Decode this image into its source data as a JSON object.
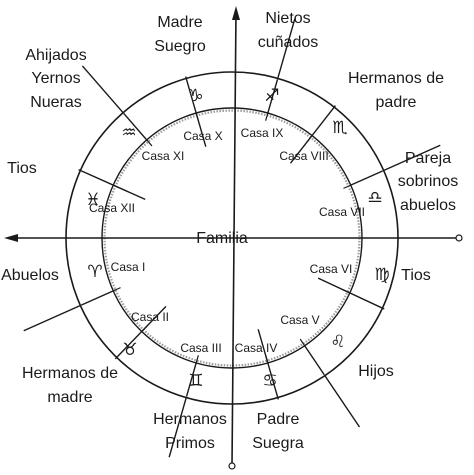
{
  "center": {
    "label": "Familia"
  },
  "houses": [
    {
      "id": "casa-1",
      "label": "Casa I"
    },
    {
      "id": "casa-2",
      "label": "Casa II"
    },
    {
      "id": "casa-3",
      "label": "Casa III"
    },
    {
      "id": "casa-4",
      "label": "Casa IV"
    },
    {
      "id": "casa-5",
      "label": "Casa  V"
    },
    {
      "id": "casa-6",
      "label": "Casa VI"
    },
    {
      "id": "casa-7",
      "label": "Casa VII"
    },
    {
      "id": "casa-8",
      "label": "Casa VIII"
    },
    {
      "id": "casa-9",
      "label": "Casa IX"
    },
    {
      "id": "casa-10",
      "label": "Casa X"
    },
    {
      "id": "casa-11",
      "label": "Casa  XI"
    },
    {
      "id": "casa-12",
      "label": "Casa  XII"
    }
  ],
  "signs": [
    {
      "name": "aries-glyph",
      "glyph": "♈"
    },
    {
      "name": "taurus-glyph",
      "glyph": "♉"
    },
    {
      "name": "gemini-glyph",
      "glyph": "♊"
    },
    {
      "name": "cancer-glyph",
      "glyph": "♋"
    },
    {
      "name": "leo-glyph",
      "glyph": "♌"
    },
    {
      "name": "virgo-glyph",
      "glyph": "♍"
    },
    {
      "name": "libra-glyph",
      "glyph": "♎"
    },
    {
      "name": "scorpio-glyph",
      "glyph": "♏"
    },
    {
      "name": "sagittarius-glyph",
      "glyph": "♐"
    },
    {
      "name": "capricorn-glyph",
      "glyph": "♑"
    },
    {
      "name": "aquarius-glyph",
      "glyph": "♒"
    },
    {
      "name": "pisces-glyph",
      "glyph": "♓"
    }
  ],
  "relatives": [
    {
      "name": "relatives-abuelos",
      "lines": [
        "Abuelos"
      ]
    },
    {
      "name": "relatives-hermanos-madre",
      "lines": [
        "Hermanos de",
        "madre"
      ]
    },
    {
      "name": "relatives-hermanos-primos",
      "lines": [
        "Hermanos",
        "Primos"
      ]
    },
    {
      "name": "relatives-padre-suegra",
      "lines": [
        "Padre",
        "Suegra"
      ]
    },
    {
      "name": "relatives-hijos",
      "lines": [
        "Hijos"
      ]
    },
    {
      "name": "relatives-tios-right",
      "lines": [
        "Tios"
      ]
    },
    {
      "name": "relatives-pareja",
      "lines": [
        "Pareja",
        "sobrinos",
        "abuelos"
      ]
    },
    {
      "name": "relatives-hermanos-padre",
      "lines": [
        "Hermanos de",
        "padre"
      ]
    },
    {
      "name": "relatives-nietos-cunados",
      "lines": [
        "Nietos",
        "cuñados"
      ]
    },
    {
      "name": "relatives-madre-suegro",
      "lines": [
        "Madre",
        "Suegro"
      ]
    },
    {
      "name": "relatives-ahijados",
      "lines": [
        "Ahijados",
        "Yernos",
        "Nueras"
      ]
    },
    {
      "name": "relatives-tios-left",
      "lines": [
        "Tios"
      ]
    }
  ],
  "colors": {
    "line": "#1a1a1a",
    "text": "#1a1a1a",
    "inner_ring": "#9a9a9a"
  }
}
